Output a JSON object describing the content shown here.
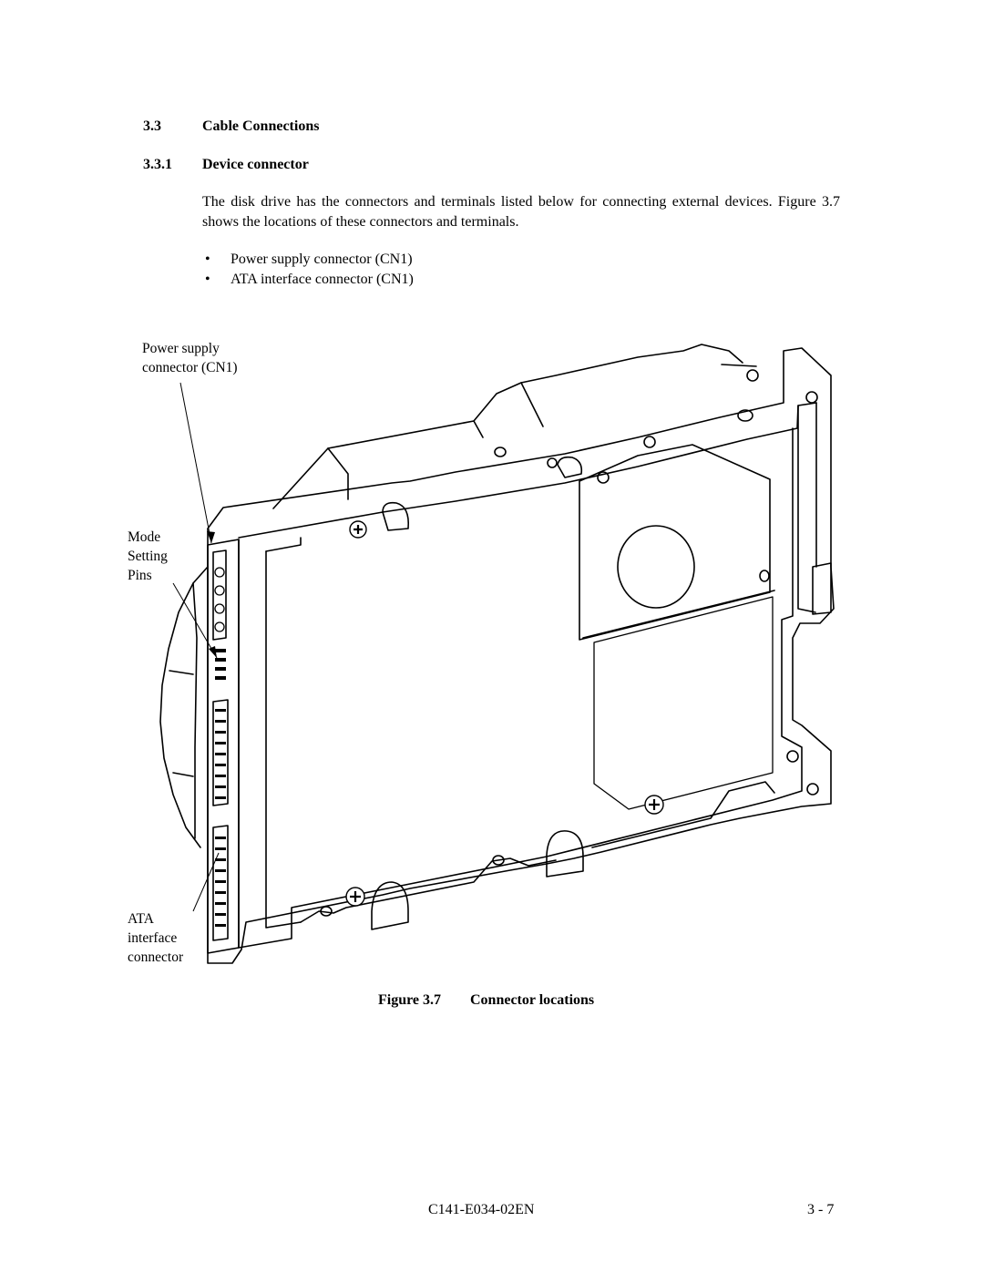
{
  "section": {
    "number": "3.3",
    "title": "Cable Connections"
  },
  "subsection": {
    "number": "3.3.1",
    "title": "Device connector"
  },
  "intro_paragraph": "The disk drive has the connectors and terminals listed below for connecting external devices. Figure 3.7 shows the locations of these connectors and terminals.",
  "bullets": [
    "Power supply connector (CN1)",
    "ATA interface connector (CN1)"
  ],
  "figure": {
    "callouts": {
      "power_line1": "Power supply",
      "power_line2": "connector (CN1)",
      "mode_line1": "Mode",
      "mode_line2": "Setting",
      "mode_line3": "Pins",
      "ata_line1": "ATA",
      "ata_line2": "interface",
      "ata_line3": "connector"
    },
    "caption_label": "Figure 3.7",
    "caption_title": "Connector locations"
  },
  "footer": {
    "doc_id": "C141-E034-02EN",
    "page": "3 - 7"
  }
}
